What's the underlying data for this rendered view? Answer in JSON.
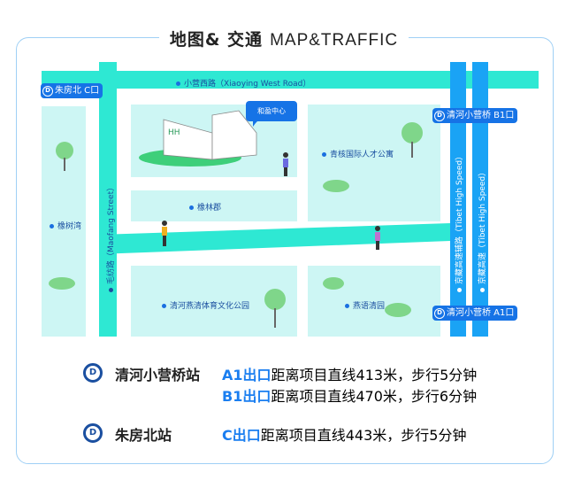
{
  "title": {
    "cn": "地图& 交通",
    "en": "MAP&TRAFFIC"
  },
  "roads": {
    "top": "小营西路（Xiaoying West Road）",
    "left": "毛纺路（Maofang Street）",
    "right1": "京藏高速辅路（Tibet High Speed）",
    "right2": "京藏高速（Tibet High Speed）"
  },
  "badges": {
    "c": "朱房北 C口",
    "b1": "清河小营桥 B1口",
    "a1": "清河小营桥 A1口"
  },
  "project": "和盈中心",
  "places": [
    "橡树湾",
    "橡林郡",
    "青核国际人才公寓",
    "清河燕清体育文化公园",
    "燕语清园"
  ],
  "stations": [
    {
      "name": "清河小营桥站",
      "exits": [
        {
          "exit": "A1出口",
          "desc": "距离项目直线413米，步行5分钟"
        },
        {
          "exit": "B1出口",
          "desc": "距离项目直线470米，步行6分钟"
        }
      ]
    },
    {
      "name": "朱房北站",
      "exits": [
        {
          "exit": "C出口",
          "desc": "距离项目直线443米，步行5分钟"
        }
      ]
    }
  ],
  "colors": {
    "teal": "#2ee8d3",
    "blue": "#1aa3f5",
    "block": "#cdf6f4",
    "accent": "#1a7ef0"
  }
}
